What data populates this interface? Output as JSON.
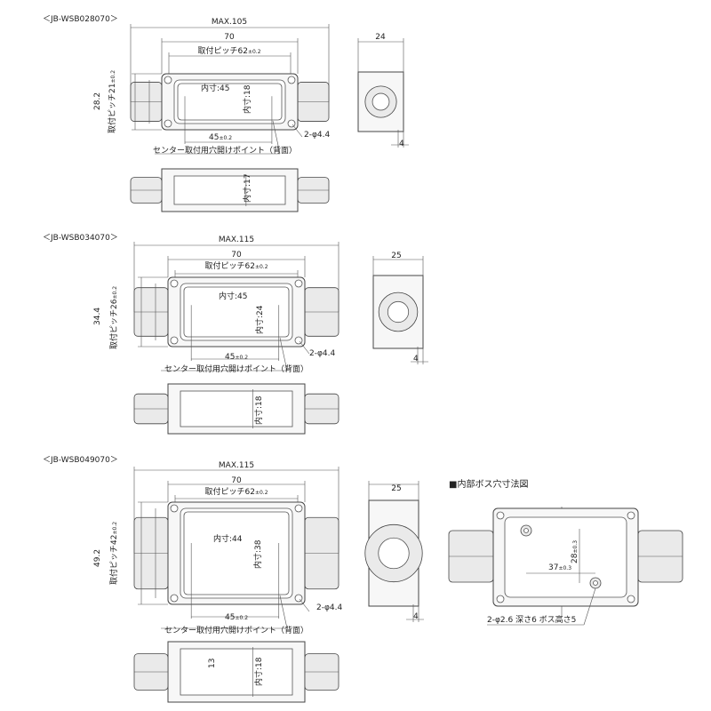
{
  "models": [
    {
      "title": "＜JB-WSB028070＞",
      "max": "MAX.105",
      "width": "70",
      "pitch": "取付ピッチ62",
      "pitch_tol": "±0.2",
      "height": "28.2",
      "vpitch": "取付ピッチ21",
      "vpitch_tol": "±0.2",
      "inner_w": "内寸:45",
      "inner_h": "内寸:18",
      "bottom": "45",
      "bottom_tol": "±0.2",
      "center_note": "センター取付用穴開けポイント（背面）",
      "hole": "2-φ4.4",
      "depth": "24",
      "flange": "4",
      "front_inner": "内寸:17"
    },
    {
      "title": "＜JB-WSB034070＞",
      "max": "MAX.115",
      "width": "70",
      "pitch": "取付ピッチ62",
      "pitch_tol": "±0.2",
      "height": "34.4",
      "vpitch": "取付ピッチ26",
      "vpitch_tol": "±0.2",
      "inner_w": "内寸:45",
      "inner_h": "内寸:24",
      "bottom": "45",
      "bottom_tol": "±0.2",
      "center_note": "センター取付用穴開けポイント（背面）",
      "hole": "2-φ4.4",
      "depth": "25",
      "flange": "4",
      "front_inner": "内寸:18"
    },
    {
      "title": "＜JB-WSB049070＞",
      "max": "MAX.115",
      "width": "70",
      "pitch": "取付ピッチ62",
      "pitch_tol": "±0.2",
      "height": "49.2",
      "vpitch": "取付ピッチ42",
      "vpitch_tol": "±0.2",
      "inner_w": "内寸:44",
      "inner_h": "内寸:38",
      "bottom": "45",
      "bottom_tol": "±0.2",
      "center_note": "センター取付用穴開けポイント（背面）",
      "hole": "2-φ4.4",
      "depth": "25",
      "flange": "4",
      "front_inner": "内寸:18",
      "front_extra": "13"
    }
  ],
  "boss": {
    "title": "■内部ボス穴寸法図",
    "h_dim": "37",
    "h_tol": "±0.3",
    "v_dim": "28",
    "v_tol": "±0.3",
    "note": "2-φ2.6 深さ6 ボス高さ5"
  }
}
